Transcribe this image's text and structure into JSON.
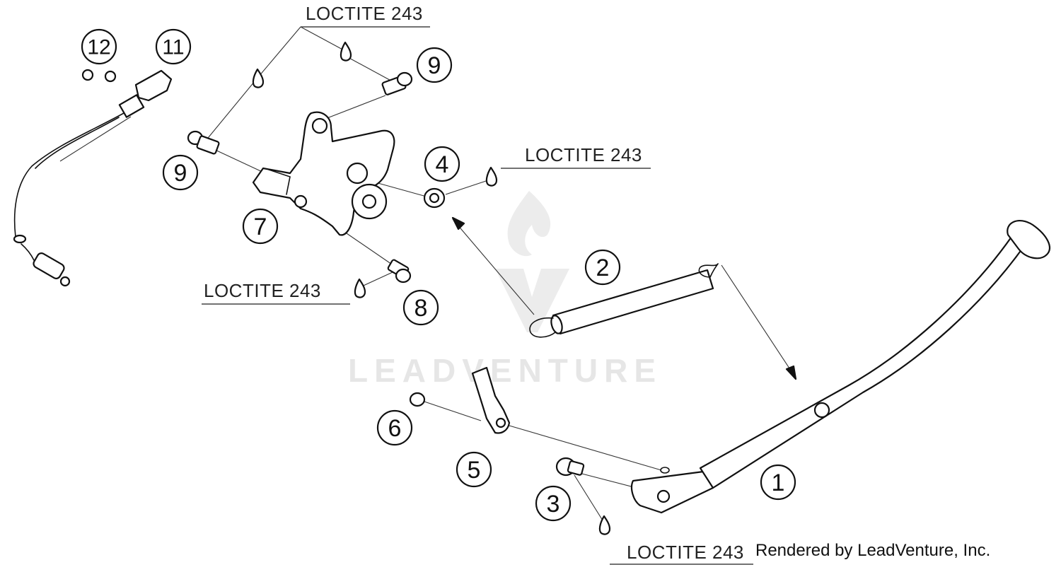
{
  "watermark": {
    "brand": "LEADVENTURE"
  },
  "credit": "Rendered by LeadVenture, Inc.",
  "notes": [
    "LOCTITE 243",
    "LOCTITE 243",
    "LOCTITE 243",
    "LOCTITE 243"
  ],
  "callouts": [
    "1",
    "2",
    "3",
    "4",
    "5",
    "6",
    "7",
    "8",
    "9",
    "9",
    "11",
    "12"
  ]
}
